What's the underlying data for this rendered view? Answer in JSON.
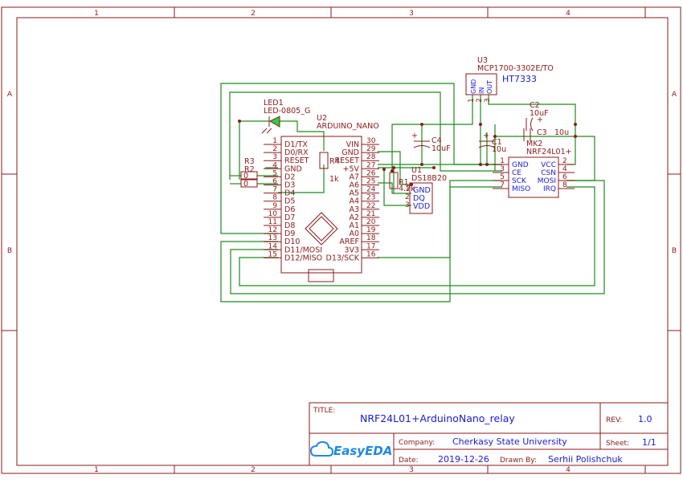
{
  "frame": {
    "columns": [
      "1",
      "2",
      "3",
      "4"
    ],
    "rows": [
      "A",
      "B"
    ]
  },
  "components": {
    "u3": {
      "ref": "U3",
      "part": "MCP1700-3302E/TO",
      "value": "HT7333",
      "pins": [
        "1",
        "2",
        "3"
      ],
      "pin_names": [
        "GND",
        "IN",
        "OUT"
      ]
    },
    "led1": {
      "ref": "LED1",
      "part": "LED-0805_G"
    },
    "u2": {
      "ref": "U2",
      "part": "ARDUINO_NANO",
      "left_pins": [
        {
          "num": "1",
          "name": "D1/TX"
        },
        {
          "num": "2",
          "name": "D0/RX"
        },
        {
          "num": "3",
          "name": "RESET"
        },
        {
          "num": "4",
          "name": "GND"
        },
        {
          "num": "5",
          "name": "D2"
        },
        {
          "num": "6",
          "name": "D3"
        },
        {
          "num": "7",
          "name": "D4"
        },
        {
          "num": "8",
          "name": "D5"
        },
        {
          "num": "9",
          "name": "D6"
        },
        {
          "num": "10",
          "name": "D7"
        },
        {
          "num": "11",
          "name": "D8"
        },
        {
          "num": "12",
          "name": "D9"
        },
        {
          "num": "13",
          "name": "D10"
        },
        {
          "num": "14",
          "name": "D11/MOSI"
        },
        {
          "num": "15",
          "name": "D12/MISO"
        }
      ],
      "right_pins": [
        {
          "num": "30",
          "name": "VIN"
        },
        {
          "num": "29",
          "name": "GND"
        },
        {
          "num": "28",
          "name": "RESET"
        },
        {
          "num": "27",
          "name": "+5V"
        },
        {
          "num": "26",
          "name": "A7"
        },
        {
          "num": "25",
          "name": "A6"
        },
        {
          "num": "24",
          "name": "A5"
        },
        {
          "num": "23",
          "name": "A4"
        },
        {
          "num": "22",
          "name": "A3"
        },
        {
          "num": "21",
          "name": "A2"
        },
        {
          "num": "20",
          "name": "A1"
        },
        {
          "num": "19",
          "name": "A0"
        },
        {
          "num": "18",
          "name": "AREF"
        },
        {
          "num": "17",
          "name": "3V3"
        },
        {
          "num": "16",
          "name": "D13/SCK"
        }
      ]
    },
    "r3": {
      "ref": "R3",
      "value": "0"
    },
    "r2": {
      "ref": "R2",
      "value": "0"
    },
    "r4": {
      "ref": "R4",
      "value": "1k"
    },
    "r1": {
      "ref": "R1",
      "value": "4.7k"
    },
    "c4": {
      "ref": "C4",
      "value": "10uF"
    },
    "c1": {
      "ref": "C1",
      "value": "10u"
    },
    "c2": {
      "ref": "C2",
      "value": "10uF"
    },
    "c3": {
      "ref": "C3",
      "value": "10u"
    },
    "u1": {
      "ref": "U1",
      "part": "DS18B20",
      "pins": [
        "1",
        "2",
        "3"
      ],
      "pin_names": [
        "GND",
        "DQ",
        "VDD"
      ]
    },
    "mk2": {
      "ref": "MK2",
      "part": "NRF24L01+",
      "left_pins": [
        {
          "num": "1",
          "name": "GND"
        },
        {
          "num": "3",
          "name": "CE"
        },
        {
          "num": "5",
          "name": "SCK"
        },
        {
          "num": "7",
          "name": "MISO"
        }
      ],
      "right_pins": [
        {
          "num": "2",
          "name": "VCC"
        },
        {
          "num": "4",
          "name": "CSN"
        },
        {
          "num": "6",
          "name": "MOSI"
        },
        {
          "num": "8",
          "name": "IRQ"
        }
      ]
    }
  },
  "title_block": {
    "title_label": "TITLE:",
    "title": "NRF24L01+ArduinoNano_relay",
    "rev_label": "REV:",
    "rev": "1.0",
    "company_label": "Company:",
    "company": "Cherkasy State University",
    "sheet_label": "Sheet:",
    "sheet": "1/1",
    "date_label": "Date:",
    "date": "2019-12-26",
    "drawn_label": "Drawn By:",
    "drawn_by": "Serhii Polishchuk",
    "logo_text": "EasyEDA"
  },
  "colors": {
    "frame": "#8b1a1a",
    "wire": "#1f8a1f",
    "text_blue": "#1a1ad6",
    "logo": "#1e88e5"
  }
}
